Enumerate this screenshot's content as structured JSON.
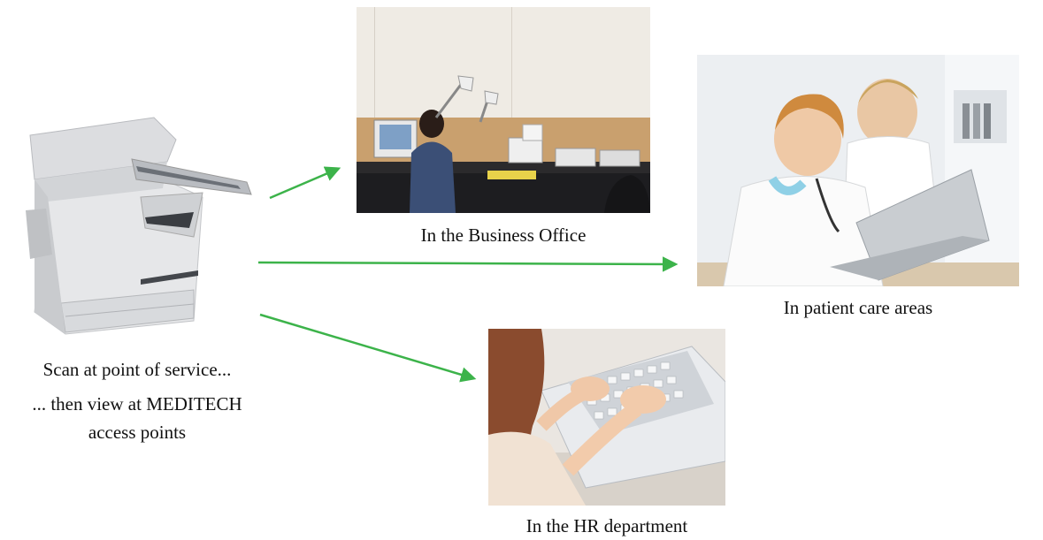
{
  "source": {
    "caption_scan": "Scan at  point of service...",
    "caption_view": "... then view at MEDITECH access  points",
    "device_icon": "scanner-printer-icon"
  },
  "destinations": [
    {
      "caption": "In the Business Office",
      "image": "business-office-photo"
    },
    {
      "caption": "In patient care areas",
      "image": "patient-care-photo"
    },
    {
      "caption": "In the HR department",
      "image": "hr-department-photo"
    }
  ],
  "colors": {
    "arrow": "#3cb34a",
    "text": "#111111"
  }
}
